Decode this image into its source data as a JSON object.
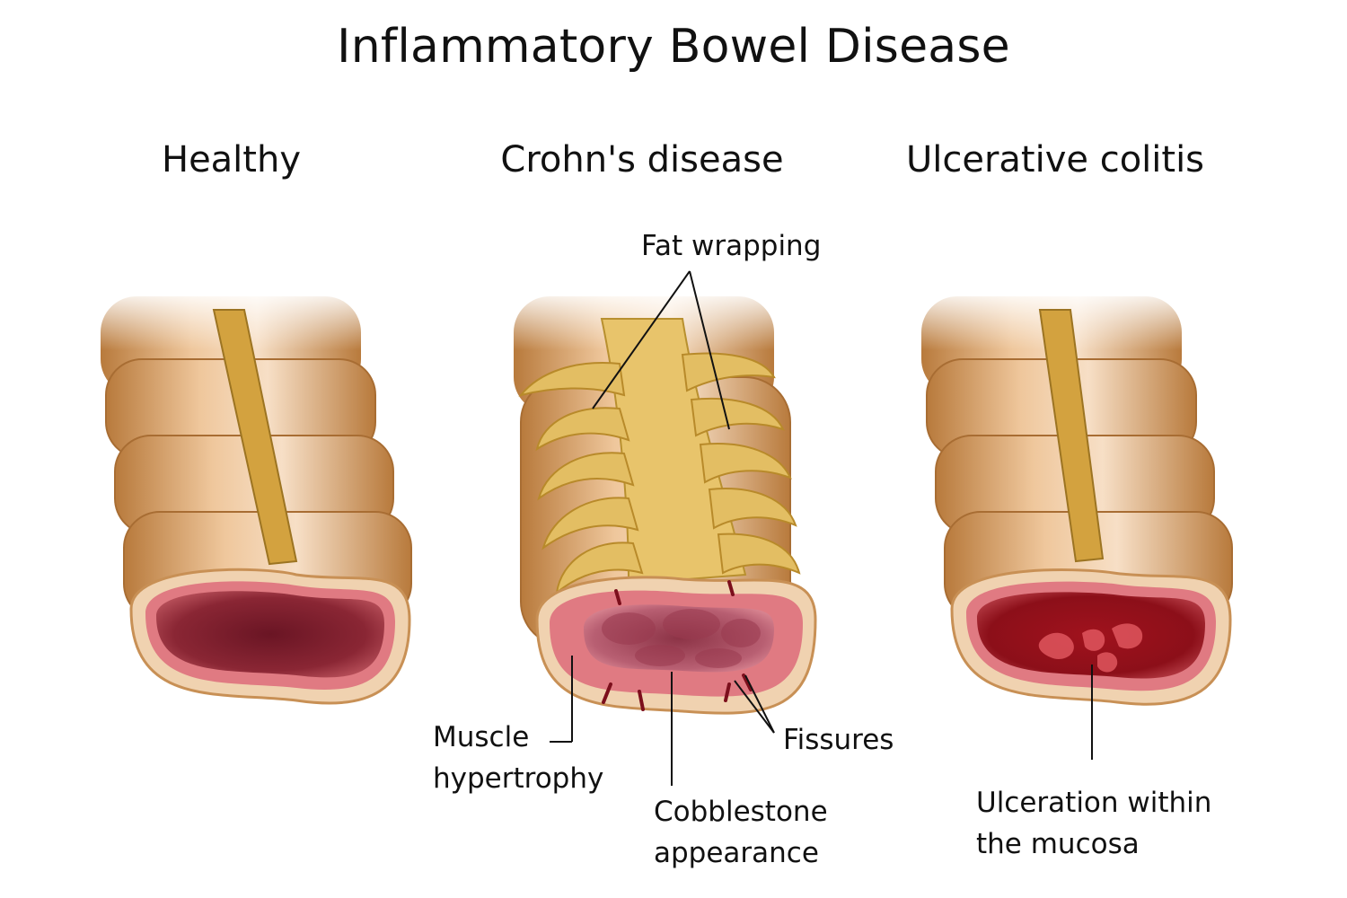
{
  "title": "Inflammatory Bowel Disease",
  "panels": {
    "healthy": {
      "title": "Healthy"
    },
    "crohns": {
      "title": "Crohn's disease",
      "labels": {
        "fat_wrapping": "Fat wrapping",
        "muscle_line1": "Muscle",
        "muscle_line2": "hypertrophy",
        "fissures": "Fissures",
        "cobble_line1": "Cobblestone",
        "cobble_line2": "appearance"
      }
    },
    "ulcerative": {
      "title": "Ulcerative colitis",
      "labels": {
        "ulcer_line1": "Ulceration within",
        "ulcer_line2": "the mucosa"
      }
    }
  },
  "colors": {
    "bowel_tan": "#c98f4e",
    "bowel_highlight": "#f6dcc0",
    "lumen_healthy": "#7a1e2c",
    "lumen_ulcerative": "#a5141f",
    "mucosa_pink": "#e07a82",
    "fat_yellow": "#e3be63"
  }
}
